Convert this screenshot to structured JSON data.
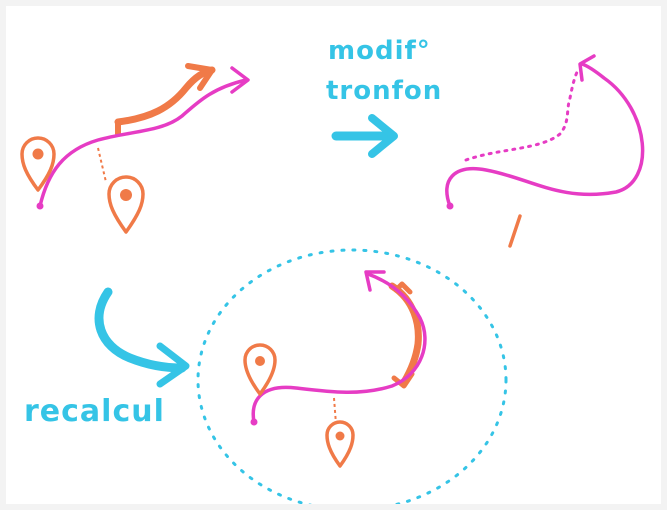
{
  "labels": {
    "modif": "modif°",
    "tronfon": "tronfon",
    "recalcul": "recalcul"
  },
  "colors": {
    "route": "#e63cc4",
    "segment": "#f07a48",
    "pin": "#f07a48",
    "annotation": "#35c4e6",
    "background": "#ffffff"
  },
  "icons": [
    "location-pin-icon",
    "arrow-right-icon",
    "curved-arrow-icon"
  ]
}
